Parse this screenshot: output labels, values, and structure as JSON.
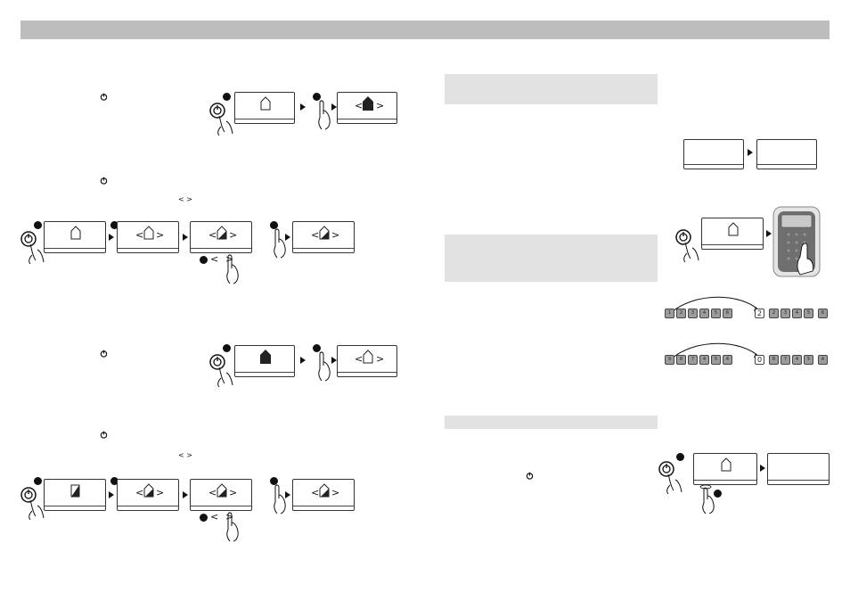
{
  "header": {
    "bar_color": "#bdbdbd"
  },
  "icons": {
    "power": "power-icon",
    "hand": "hand-pointer-icon",
    "house": "house-icon"
  },
  "nav_left_right": "< >",
  "nav_left": "<",
  "nav_right": ">",
  "code_row_1": {
    "before": [
      "1",
      "2",
      "3",
      "4",
      "5",
      "6"
    ],
    "after": [
      "2",
      "2",
      "3",
      "4",
      "5",
      "6"
    ]
  },
  "code_row_2": {
    "before": [
      "9",
      "8",
      "7",
      "4",
      "5",
      "4"
    ],
    "after": [
      "0",
      "8",
      "7",
      "4",
      "5",
      "A"
    ]
  }
}
